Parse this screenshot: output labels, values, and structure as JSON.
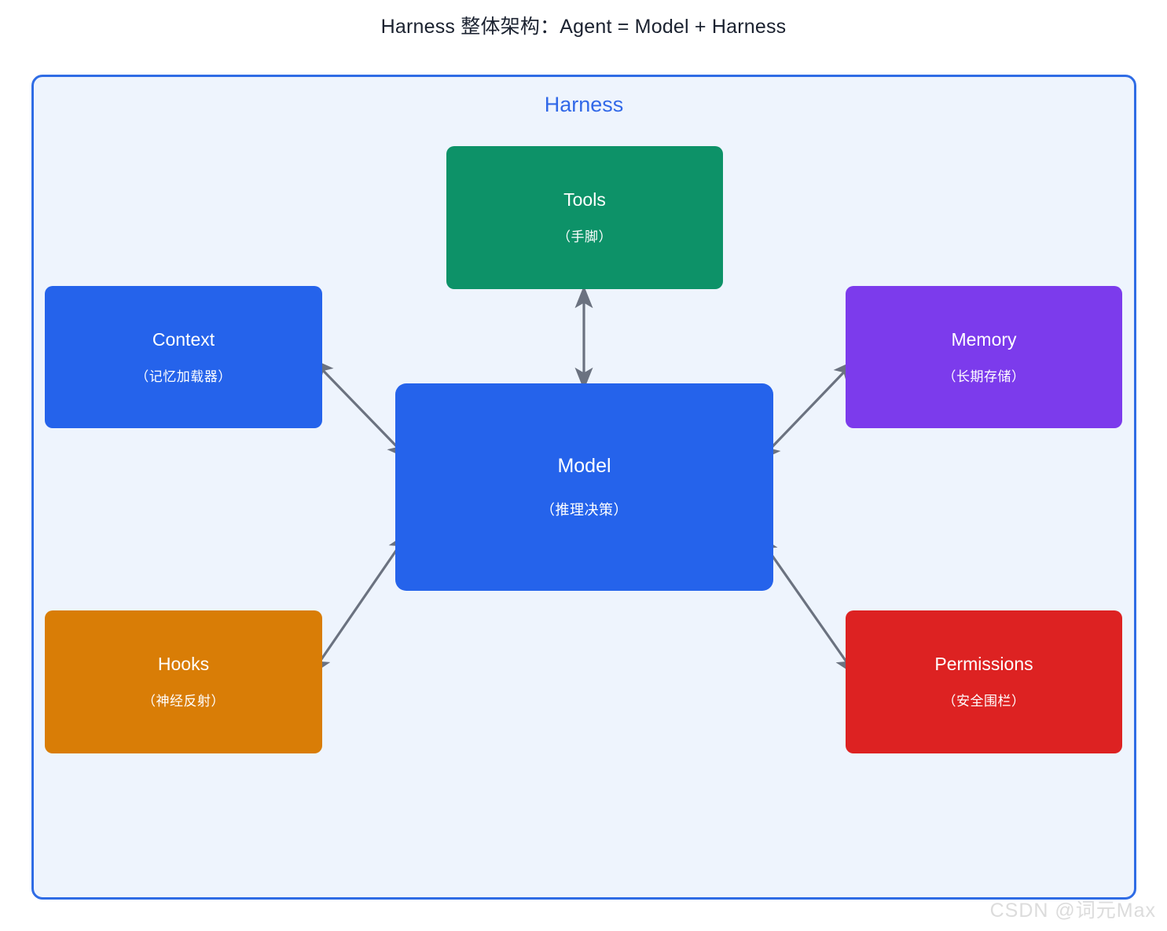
{
  "title": "Harness 整体架构：Agent = Model + Harness",
  "container": {
    "label": "Harness",
    "border_color": "#2f6ce5",
    "background_color": "#eef4fd",
    "label_color": "#3168e8"
  },
  "nodes": {
    "tools": {
      "title": "Tools",
      "subtitle": "（手脚）",
      "color": "#0d9268"
    },
    "context": {
      "title": "Context",
      "subtitle": "（记忆加载器）",
      "color": "#2563eb"
    },
    "memory": {
      "title": "Memory",
      "subtitle": "（长期存储）",
      "color": "#7c3bec"
    },
    "model": {
      "title": "Model",
      "subtitle": "（推理决策）",
      "color": "#2563eb"
    },
    "hooks": {
      "title": "Hooks",
      "subtitle": "（神经反射）",
      "color": "#d97d06"
    },
    "permissions": {
      "title": "Permissions",
      "subtitle": "（安全围栏）",
      "color": "#dd2222"
    }
  },
  "connectors": [
    {
      "name": "model-tools",
      "from": "model",
      "to": "tools",
      "direction": "bidirectional",
      "color": "#6b7280"
    },
    {
      "name": "model-context",
      "from": "model",
      "to": "context",
      "direction": "bidirectional",
      "color": "#6b7280"
    },
    {
      "name": "model-memory",
      "from": "model",
      "to": "memory",
      "direction": "bidirectional",
      "color": "#6b7280"
    },
    {
      "name": "model-hooks",
      "from": "model",
      "to": "hooks",
      "direction": "bidirectional",
      "color": "#6b7280"
    },
    {
      "name": "model-permissions",
      "from": "model",
      "to": "permissions",
      "direction": "bidirectional",
      "color": "#6b7280"
    }
  ],
  "watermark": "CSDN @词元Max"
}
